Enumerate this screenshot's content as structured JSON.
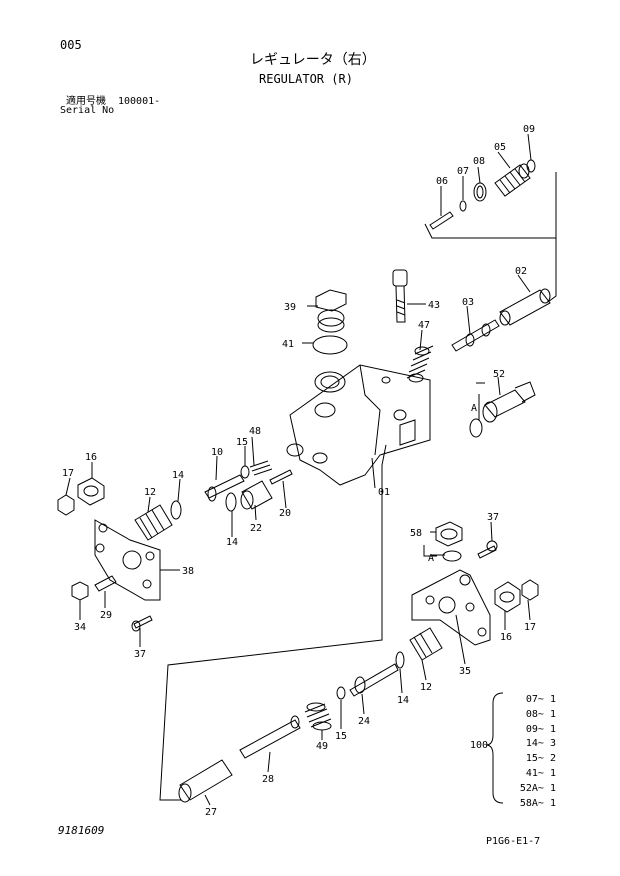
{
  "header": {
    "page_number": "005",
    "title_jp": "レギュレータ（右）",
    "title_en": "REGULATOR (R)",
    "serial_label_jp": "適用号機",
    "serial_value": "100001-",
    "serial_label_en": "Serial No"
  },
  "callouts": [
    "01",
    "02",
    "03",
    "05",
    "06",
    "07",
    "08",
    "09",
    "10",
    "12",
    "14",
    "15",
    "16",
    "17",
    "20",
    "22",
    "24",
    "27",
    "28",
    "29",
    "34",
    "35",
    "37",
    "38",
    "39",
    "41",
    "43",
    "47",
    "48",
    "49",
    "52",
    "58",
    "A"
  ],
  "kit": {
    "number": "100",
    "items": [
      "07~ 1",
      "08~ 1",
      "09~ 1",
      "14~ 3",
      "15~ 2",
      "41~ 1",
      "52A~ 1",
      "58A~ 1"
    ]
  },
  "footer": {
    "doc_id": "9181609",
    "page_ref": "P1G6-E1-7"
  }
}
